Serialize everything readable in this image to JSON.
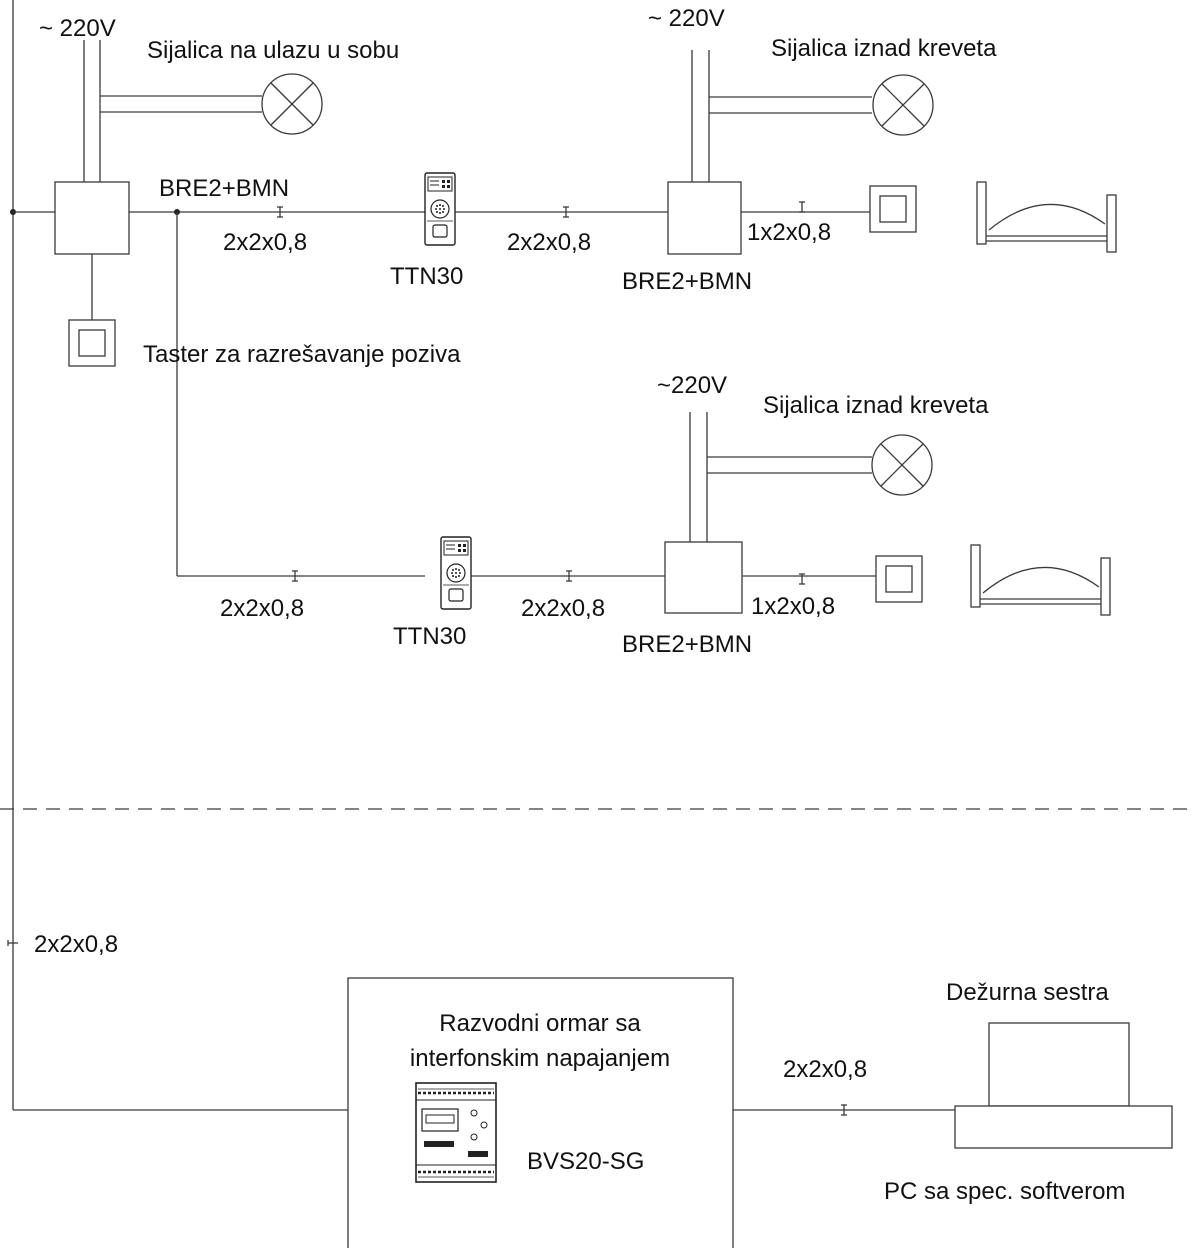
{
  "labels": {
    "mains_1": "~ 220V",
    "mains_2": "~ 220V",
    "mains_3": "~220V",
    "lamp_entrance": "Sijalica na ulazu u sobu",
    "lamp_bed_1": "Sijalica iznad kreveta",
    "lamp_bed_2": "Sijalica iznad kreveta",
    "bre_left": "BRE2+BMN",
    "bre_right_1": "BRE2+BMN",
    "bre_right_2": "BRE2+BMN",
    "ttn_1": "TTN30",
    "ttn_2": "TTN30",
    "cable_1": "2x2x0,8",
    "cable_2": "2x2x0,8",
    "cable_3": "1x2x0,8",
    "cable_4": "2x2x0,8",
    "cable_5": "2x2x0,8",
    "cable_6": "1x2x0,8",
    "cable_riser": "2x2x0,8",
    "cable_pc": "2x2x0,8",
    "reset_button": "Taster za razrešavanje poziva",
    "cabinet_line1": "Razvodni ormar sa",
    "cabinet_line2": "interfonskim napajanjem",
    "psu": "BVS20-SG",
    "nurse": "Dežurna sestra",
    "pc": "PC sa spec. softverom"
  }
}
